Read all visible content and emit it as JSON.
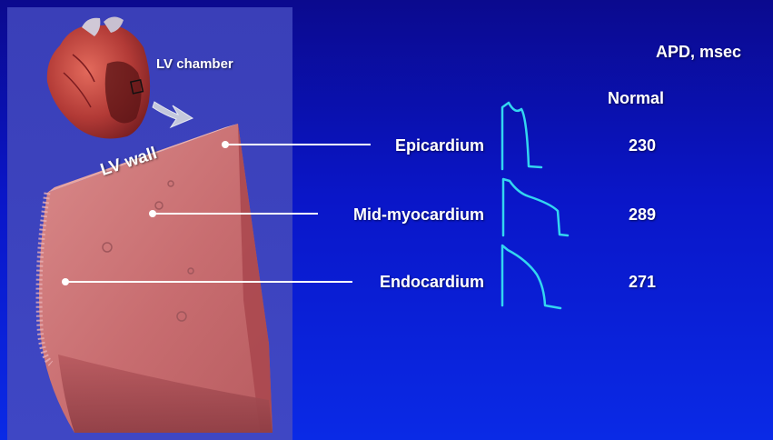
{
  "labels": {
    "lv_chamber": "LV chamber",
    "lv_wall": "LV wall"
  },
  "table": {
    "header": "APD, msec",
    "column_header": "Normal",
    "rows": [
      {
        "layer": "Epicardium",
        "value": "230"
      },
      {
        "layer": "Mid-myocardium",
        "value": "289"
      },
      {
        "layer": "Endocardium",
        "value": "271"
      }
    ]
  },
  "colors": {
    "background": "#0a1fd0",
    "panel": "#3e45c0",
    "tissue": "#c9696d",
    "trace": "#33d6f0",
    "text": "#ffffff"
  },
  "icons": [
    "heart-illustration",
    "arrow-down-right-icon"
  ]
}
